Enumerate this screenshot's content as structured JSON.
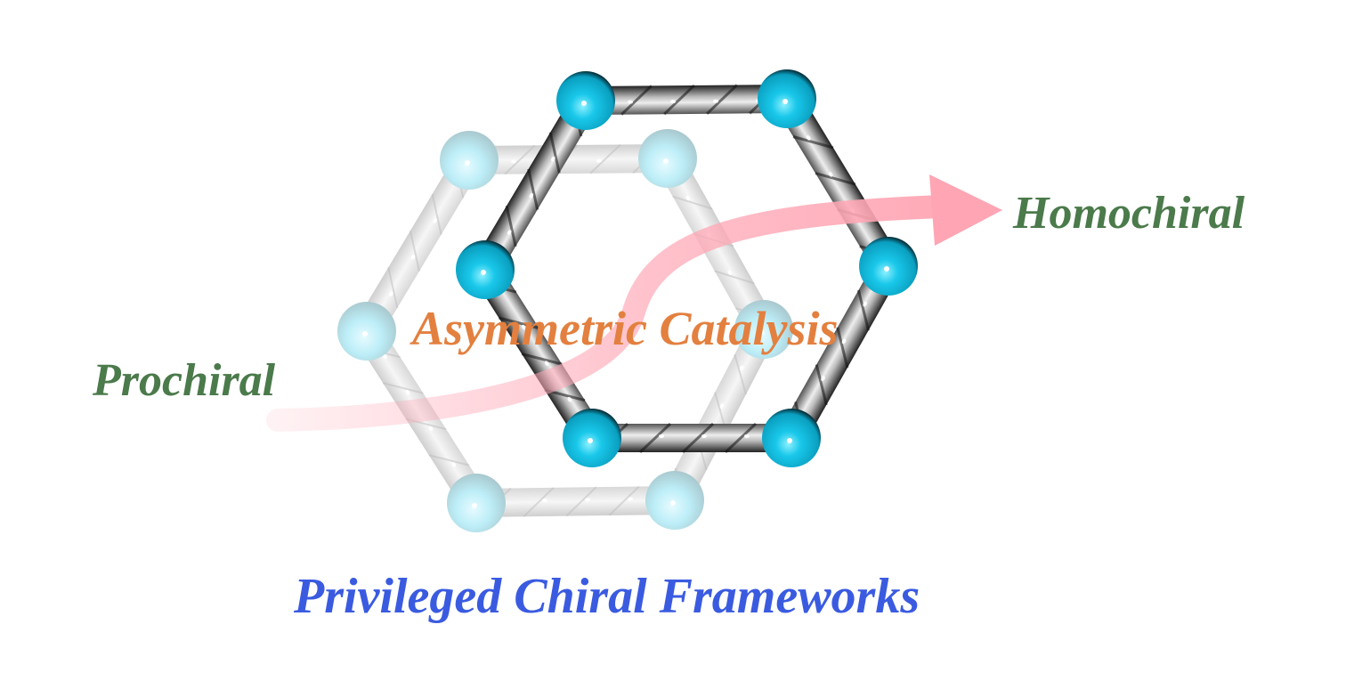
{
  "labels": {
    "homochiral": "Homochiral",
    "prochiral": "Prochiral",
    "asymmetric_catalysis": "Asymmetric Catalysis",
    "privileged_frameworks": "Privileged Chiral Frameworks"
  },
  "colors": {
    "front_node": "#14c3e6",
    "back_node": "#b9eef8",
    "arrow": "#ffaab8",
    "green_text": "#4b7a4b",
    "orange_text": "#e3803f",
    "blue_text": "#3a5be0"
  }
}
